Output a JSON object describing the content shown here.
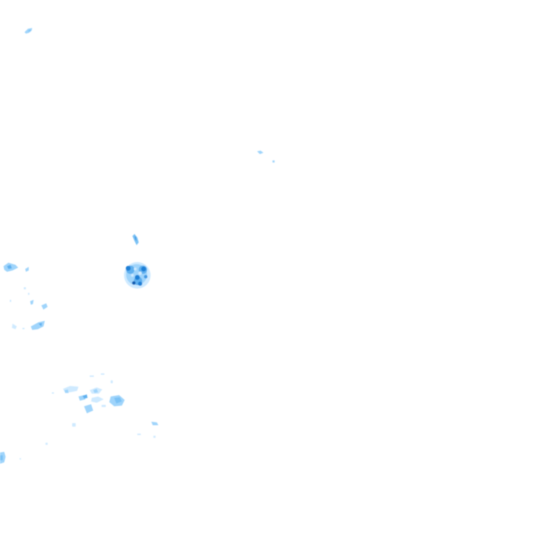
{
  "map": {
    "type": "precipitation-radar-tile",
    "background": "#ffffff",
    "intensity_colors": {
      "trace": "#cfeaff",
      "light": "#9fd4fb",
      "moderate": "#5fb0ef",
      "heavy": "#1f7fd6",
      "very_heavy": "#0d5bb0"
    },
    "echo_cells": [
      {
        "name": "cell-northwest-speck",
        "intensity": "light"
      },
      {
        "name": "cell-north-center-speck",
        "intensity": "light"
      },
      {
        "name": "cell-west-center-strand",
        "intensity": "moderate"
      },
      {
        "name": "cell-west-center-core",
        "intensity": "heavy"
      },
      {
        "name": "cell-west-edge-cluster",
        "intensity": "light"
      },
      {
        "name": "cell-southwest-cluster",
        "intensity": "light"
      },
      {
        "name": "cell-south-specks",
        "intensity": "trace"
      },
      {
        "name": "cell-southwest-edge",
        "intensity": "light"
      }
    ]
  }
}
